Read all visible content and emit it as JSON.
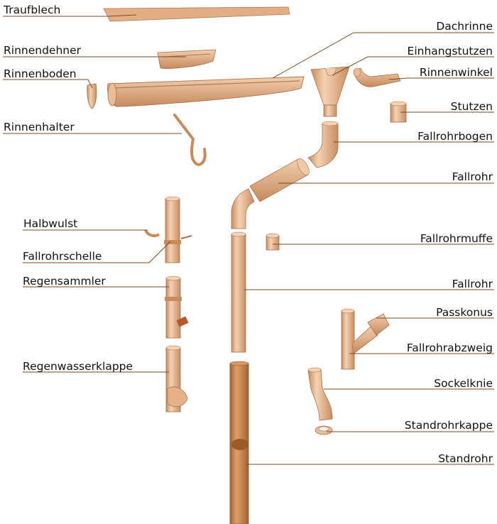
{
  "labels": {
    "traufblech": "Traufblech",
    "rinnendehner": "Rinnendehner",
    "rinnenboden": "Rinnenboden",
    "rinnenhalter": "Rinnenhalter",
    "halbwulst": "Halbwulst",
    "fallrohrschelle": "Fallrohrschelle",
    "regensammler": "Regensammler",
    "regenwasserklappe": "Regenwasserklappe",
    "dachrinne": "Dachrinne",
    "einhangstutzen": "Einhangstutzen",
    "rinnenwinkel": "Rinnenwinkel",
    "stutzen": "Stutzen",
    "fallrohrbogen": "Fallrohrbogen",
    "fallrohr_upper": "Fallrohr",
    "fallrohrmuffe": "Fallrohrmuffe",
    "fallrohr_lower": "Fallrohr",
    "passkonus": "Passkonus",
    "fallrohrabzweig": "Fallrohrabzweig",
    "sockelknie": "Sockelknie",
    "standrohrkappe": "Standrohrkappe",
    "standrohr": "Standrohr"
  },
  "colors": {
    "copper": "#dba37a",
    "copper_light": "#f0c9a6",
    "copper_dark": "#b87a50",
    "standrohr": "#c7844c",
    "leader_line": "#7a4a22"
  }
}
